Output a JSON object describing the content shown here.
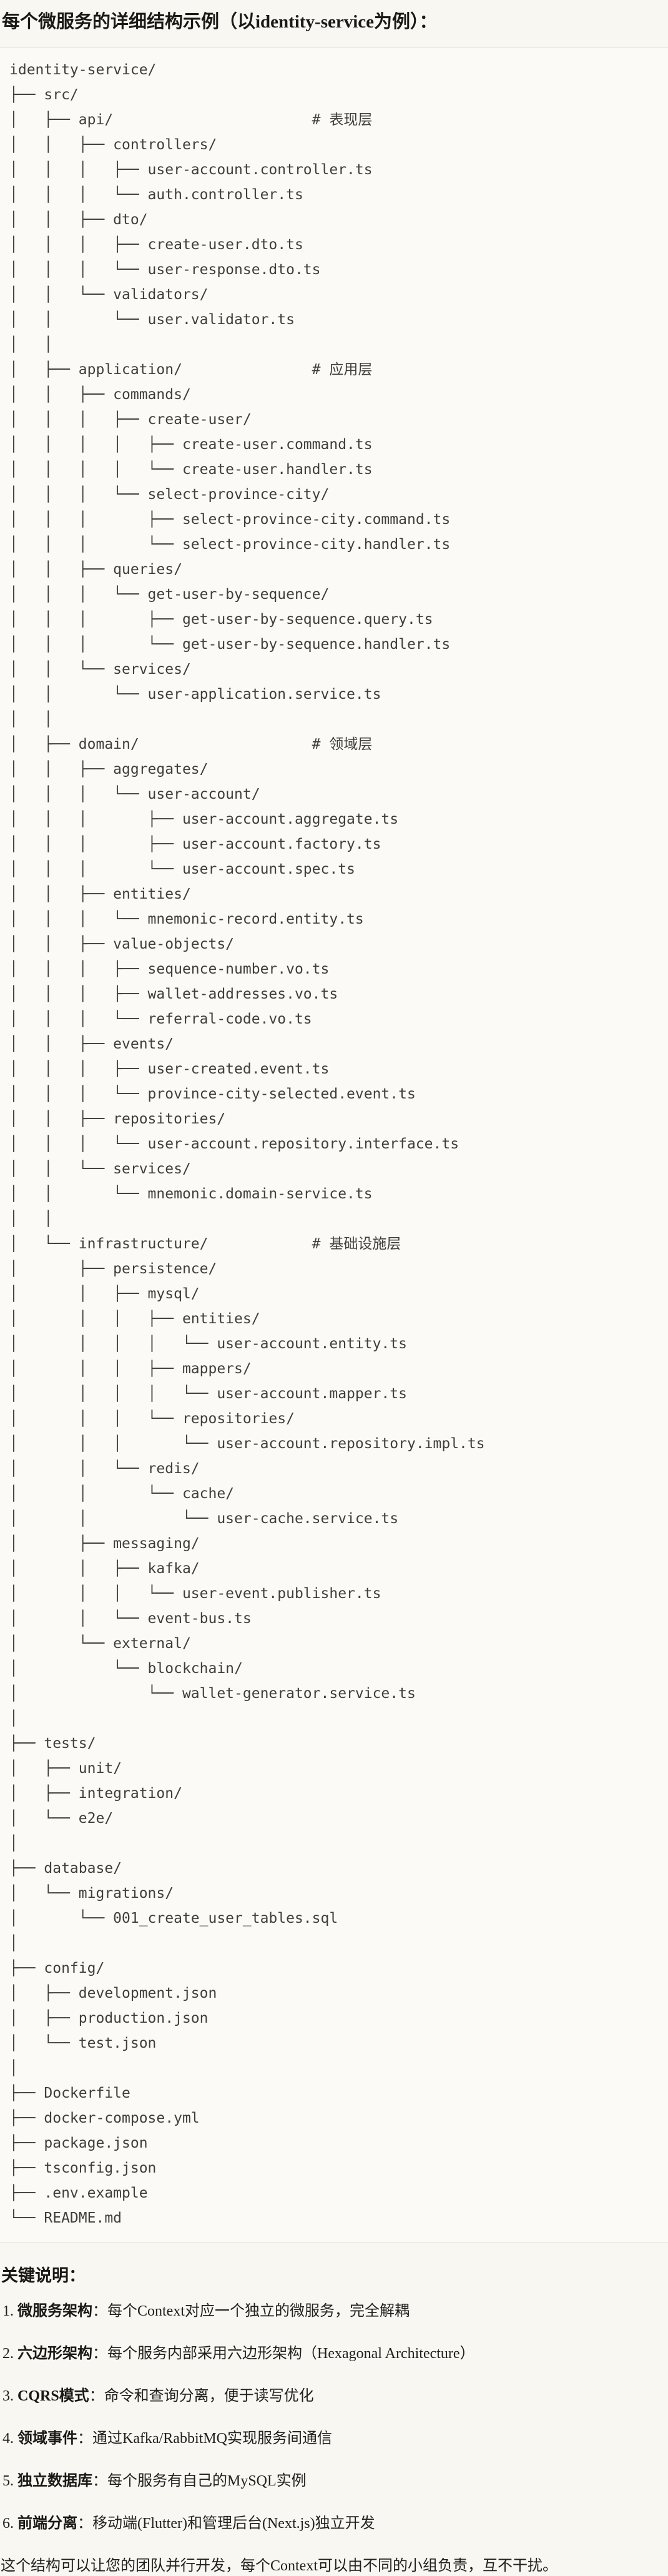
{
  "title": "每个微服务的详细结构示例（以identity-service为例）：",
  "tree": {
    "lines": [
      "identity-service/",
      "├── src/",
      "│   ├── api/                       # 表现层",
      "│   │   ├── controllers/",
      "│   │   │   ├── user-account.controller.ts",
      "│   │   │   └── auth.controller.ts",
      "│   │   ├── dto/",
      "│   │   │   ├── create-user.dto.ts",
      "│   │   │   └── user-response.dto.ts",
      "│   │   └── validators/",
      "│   │       └── user.validator.ts",
      "│   │",
      "│   ├── application/               # 应用层",
      "│   │   ├── commands/",
      "│   │   │   ├── create-user/",
      "│   │   │   │   ├── create-user.command.ts",
      "│   │   │   │   └── create-user.handler.ts",
      "│   │   │   └── select-province-city/",
      "│   │   │       ├── select-province-city.command.ts",
      "│   │   │       └── select-province-city.handler.ts",
      "│   │   ├── queries/",
      "│   │   │   └── get-user-by-sequence/",
      "│   │   │       ├── get-user-by-sequence.query.ts",
      "│   │   │       └── get-user-by-sequence.handler.ts",
      "│   │   └── services/",
      "│   │       └── user-application.service.ts",
      "│   │",
      "│   ├── domain/                    # 领域层",
      "│   │   ├── aggregates/",
      "│   │   │   └── user-account/",
      "│   │   │       ├── user-account.aggregate.ts",
      "│   │   │       ├── user-account.factory.ts",
      "│   │   │       └── user-account.spec.ts",
      "│   │   ├── entities/",
      "│   │   │   └── mnemonic-record.entity.ts",
      "│   │   ├── value-objects/",
      "│   │   │   ├── sequence-number.vo.ts",
      "│   │   │   ├── wallet-addresses.vo.ts",
      "│   │   │   └── referral-code.vo.ts",
      "│   │   ├── events/",
      "│   │   │   ├── user-created.event.ts",
      "│   │   │   └── province-city-selected.event.ts",
      "│   │   ├── repositories/",
      "│   │   │   └── user-account.repository.interface.ts",
      "│   │   └── services/",
      "│   │       └── mnemonic.domain-service.ts",
      "│   │",
      "│   └── infrastructure/            # 基础设施层",
      "│       ├── persistence/",
      "│       │   ├── mysql/",
      "│       │   │   ├── entities/",
      "│       │   │   │   └── user-account.entity.ts",
      "│       │   │   ├── mappers/",
      "│       │   │   │   └── user-account.mapper.ts",
      "│       │   │   └── repositories/",
      "│       │   │       └── user-account.repository.impl.ts",
      "│       │   └── redis/",
      "│       │       └── cache/",
      "│       │           └── user-cache.service.ts",
      "│       ├── messaging/",
      "│       │   ├── kafka/",
      "│       │   │   └── user-event.publisher.ts",
      "│       │   └── event-bus.ts",
      "│       └── external/",
      "│           └── blockchain/",
      "│               └── wallet-generator.service.ts",
      "│",
      "├── tests/",
      "│   ├── unit/",
      "│   ├── integration/",
      "│   └── e2e/",
      "│",
      "├── database/",
      "│   └── migrations/",
      "│       └── 001_create_user_tables.sql",
      "│",
      "├── config/",
      "│   ├── development.json",
      "│   ├── production.json",
      "│   └── test.json",
      "│",
      "├── Dockerfile",
      "├── docker-compose.yml",
      "├── package.json",
      "├── tsconfig.json",
      "├── .env.example",
      "└── README.md"
    ]
  },
  "notes": {
    "heading": "关键说明：",
    "items": [
      {
        "num": "1.",
        "label": "微服务架构",
        "sep": "：",
        "text": "每个Context对应一个独立的微服务，完全解耦"
      },
      {
        "num": "2.",
        "label": "六边形架构",
        "sep": "：",
        "text": "每个服务内部采用六边形架构（Hexagonal Architecture）"
      },
      {
        "num": "3.",
        "label": "CQRS模式",
        "sep": "：",
        "text": "命令和查询分离，便于读写优化"
      },
      {
        "num": "4.",
        "label": "领域事件",
        "sep": "：",
        "text": "通过Kafka/RabbitMQ实现服务间通信"
      },
      {
        "num": "5.",
        "label": "独立数据库",
        "sep": "：",
        "text": "每个服务有自己的MySQL实例"
      },
      {
        "num": "6.",
        "label": "前端分离",
        "sep": "：",
        "text": "移动端(Flutter)和管理后台(Next.js)独立开发"
      }
    ],
    "footer": "这个结构可以让您的团队并行开发，每个Context可以由不同的小组负责，互不干扰。"
  },
  "colors": {
    "page_background": "#f8f7f2",
    "code_background": "#fbfaf7",
    "code_border": "#e6e4de",
    "code_text": "#3f3f3a",
    "heading_text": "#191915"
  }
}
